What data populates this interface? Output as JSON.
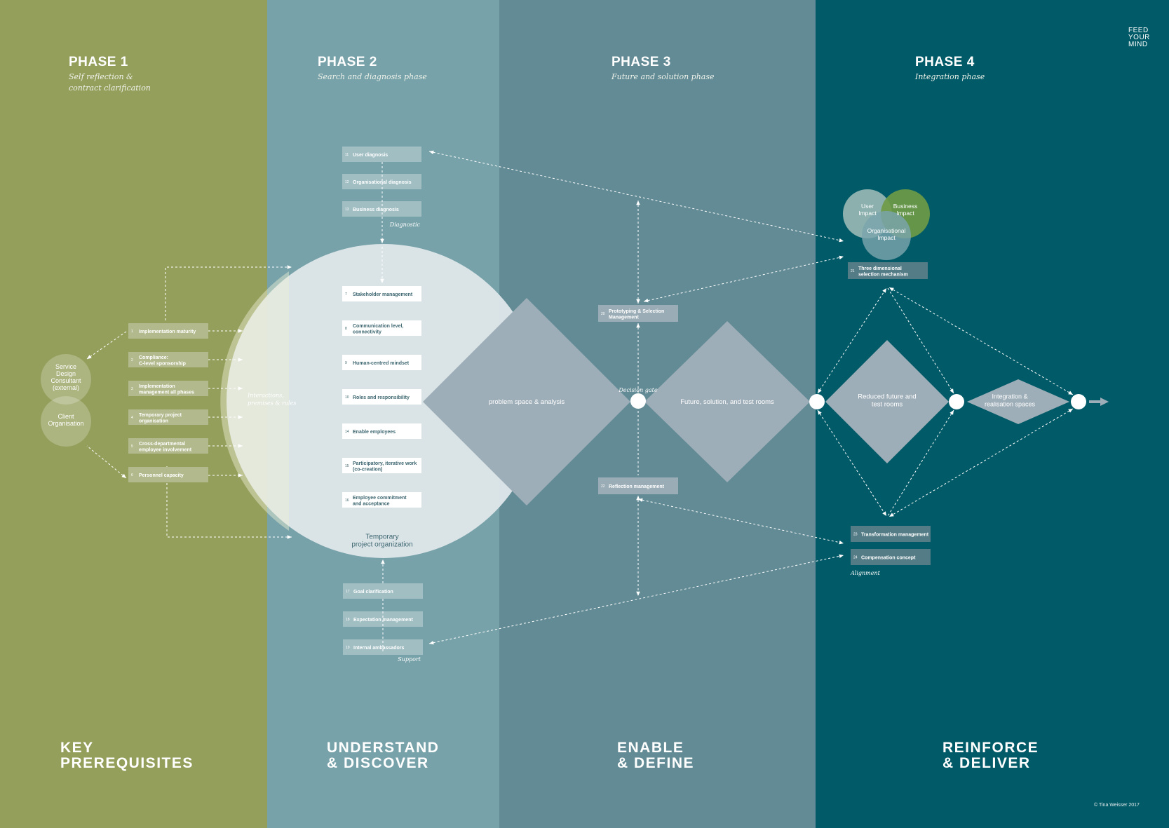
{
  "colors": {
    "phase1_bg": "#959f5c",
    "phase2_bg": "#77a2a9",
    "phase3_bg": "#628b95",
    "phase4_bg": "#005a67",
    "pale_circle": "#e3e9ed",
    "diamond": "#9eaeb8",
    "box_white": "#ffffff",
    "box_olive": "#b2b98c",
    "box_teal": "#a1bec3",
    "box_grey": "#9aacb5",
    "box_dark": "#547c86",
    "venn_user": "#9ab9b6",
    "venn_business": "#6f9b45",
    "venn_org": "#7aa5ad"
  },
  "logo": {
    "line1": "FEED",
    "line2": "YOUR",
    "line3": "MIND"
  },
  "phases": [
    {
      "title": "PHASE 1",
      "subtitle": "Self reflection &\ncontract clarification",
      "bottom": "KEY\nPREREQUISITES"
    },
    {
      "title": "PHASE 2",
      "subtitle": "Search and diagnosis phase",
      "bottom": "UNDERSTAND\n& DISCOVER"
    },
    {
      "title": "PHASE 3",
      "subtitle": "Future and solution phase",
      "bottom": "ENABLE\n& DEFINE"
    },
    {
      "title": "PHASE 4",
      "subtitle": "Integration phase",
      "bottom": "REINFORCE\n& DELIVER"
    }
  ],
  "circles": {
    "service": [
      "Service",
      "Design",
      "Consultant",
      "(external)"
    ],
    "client": [
      "Client",
      "Organisation"
    ],
    "temp_org": [
      "Temporary",
      "project organization"
    ],
    "interactions": [
      "Interactions,",
      "premises & rules"
    ]
  },
  "prerequisites": [
    {
      "num": "1",
      "label": [
        "Implementation maturity"
      ]
    },
    {
      "num": "2",
      "label": [
        "Compliance:",
        "C-level sponsorship"
      ]
    },
    {
      "num": "3",
      "label": [
        "Implementation",
        "management all phases"
      ]
    },
    {
      "num": "4",
      "label": [
        "Temporary project",
        "organisation"
      ]
    },
    {
      "num": "5",
      "label": [
        "Cross-departmental",
        "employee involvement"
      ]
    },
    {
      "num": "6",
      "label": [
        "Personnel capacity"
      ]
    }
  ],
  "diagnostic": {
    "items": [
      {
        "num": "11",
        "label": [
          "User diagnosis"
        ]
      },
      {
        "num": "12",
        "label": [
          "Organisational diagnosis"
        ]
      },
      {
        "num": "13",
        "label": [
          "Business diagnosis"
        ]
      }
    ],
    "caption": "Diagnostic"
  },
  "org_items": [
    {
      "num": "7",
      "label": [
        "Stakeholder management"
      ]
    },
    {
      "num": "8",
      "label": [
        "Communication level,",
        "connectivity"
      ]
    },
    {
      "num": "9",
      "label": [
        "Human-centred mindset"
      ]
    },
    {
      "num": "10",
      "label": [
        "Roles and responsibility"
      ]
    },
    {
      "num": "14",
      "label": [
        "Enable employees"
      ]
    },
    {
      "num": "15",
      "label": [
        "Participatory, iterative work",
        "(co-creation)"
      ]
    },
    {
      "num": "16",
      "label": [
        "Employee commitment",
        "and acceptance"
      ]
    }
  ],
  "support": {
    "items": [
      {
        "num": "17",
        "label": [
          "Goal clarification"
        ]
      },
      {
        "num": "18",
        "label": [
          "Expectation management"
        ]
      },
      {
        "num": "19",
        "label": [
          "Internal ambassadors"
        ]
      }
    ],
    "caption": "Support"
  },
  "phase3_items": {
    "top": {
      "num": "20",
      "label": [
        "Prototyping & Selection",
        "Management"
      ]
    },
    "bottom": {
      "num": "22",
      "label": [
        "Reflection management"
      ]
    }
  },
  "decision_gate": "Decision gate",
  "diamonds": {
    "problem": [
      "problem space & analysis"
    ],
    "future": [
      "Future, solution, and test rooms"
    ],
    "reduced": [
      "Reduced future and",
      "test rooms"
    ],
    "integration": [
      "Integration &",
      "realisation spaces"
    ]
  },
  "venn": {
    "user": [
      "User",
      "Impact"
    ],
    "business": [
      "Business",
      "Impact"
    ],
    "org": [
      "Organisational",
      "Impact"
    ]
  },
  "phase4_items": {
    "selection": {
      "num": "21",
      "label": [
        "Three dimensional",
        "selection mechanism"
      ]
    },
    "transformation": {
      "num": "23",
      "label": [
        "Transformation management"
      ]
    },
    "compensation": {
      "num": "24",
      "label": [
        "Compensation concept"
      ]
    },
    "caption": "Alignment"
  },
  "copyright": "© Tina Weisser 2017"
}
